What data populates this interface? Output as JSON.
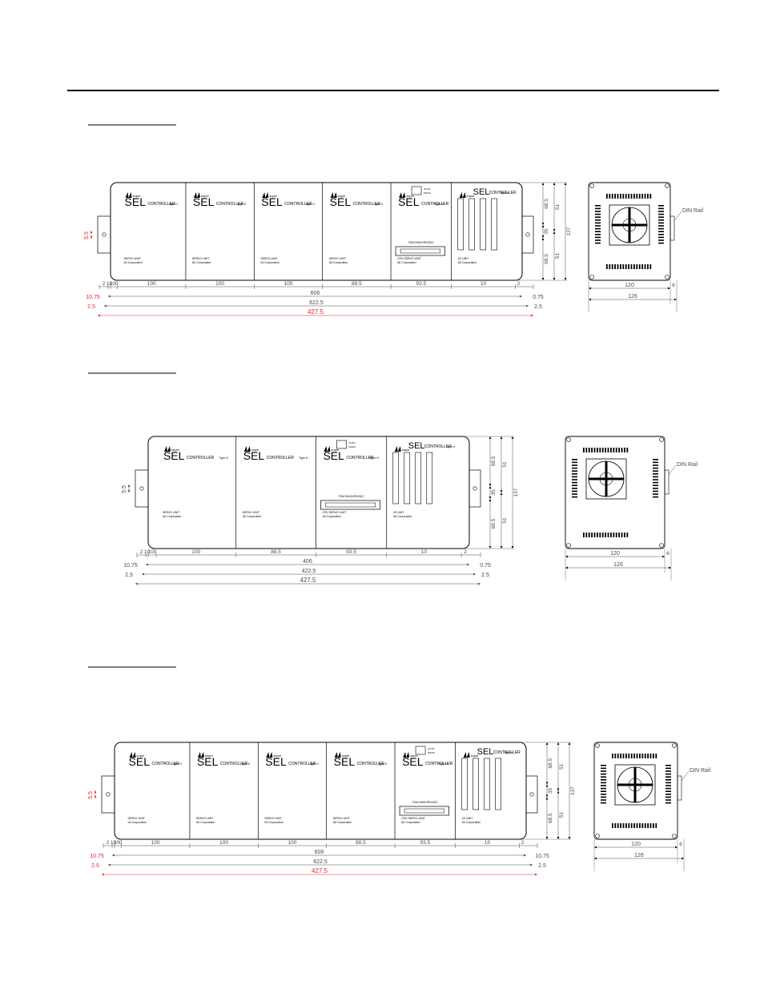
{
  "colors": {
    "line": "#000000",
    "dim": "#4a4a4a",
    "accent": "#e0282c"
  },
  "drawings": [
    {
      "modules": [
        {
          "kind": "servo",
          "width_mm": 100,
          "footer": [
            "SERVO UNIT",
            "IAI Corporation"
          ]
        },
        {
          "kind": "servo",
          "width_mm": 100,
          "footer": [
            "SERVO UNIT",
            "IAI Corporation"
          ]
        },
        {
          "kind": "servo",
          "width_mm": 100,
          "footer": [
            "SERVO UNIT",
            "IAI Corporation"
          ]
        },
        {
          "kind": "servo",
          "width_mm": 100,
          "footer": [
            "SERVO UNIT",
            "IAI Corporation"
          ]
        },
        {
          "kind": "cpu",
          "width_mm": 88.5,
          "footer": [
            "CPU SERVO UNIT",
            "IAI Corporation"
          ]
        },
        {
          "kind": "io",
          "width_mm": 93.5,
          "footer": [
            "I/O UNIT",
            "IAI Corporation"
          ]
        }
      ],
      "dims": {
        "module_row": [
          "2",
          "10",
          "100",
          "100",
          "100",
          "100",
          "88.5",
          "93.5",
          "10",
          "2"
        ],
        "row1": {
          "left": "10.75",
          "center": "606",
          "right": "0.75"
        },
        "row2": {
          "left": "2.5",
          "center": "622.5",
          "right": "2.5"
        },
        "row3": {
          "center": "427.5"
        },
        "hole": "5.5",
        "height": [
          "68.5",
          "35",
          "68.5",
          "51",
          "51",
          "137"
        ],
        "side_width": [
          "120",
          "6",
          "126"
        ]
      }
    },
    {
      "modules": [
        {
          "kind": "servo",
          "width_mm": 100,
          "footer": [
            "SERVO UNIT",
            "IAI Corporation"
          ]
        },
        {
          "kind": "servo",
          "width_mm": 100,
          "footer": [
            "SERVO UNIT",
            "IAI Corporation"
          ]
        },
        {
          "kind": "cpu",
          "width_mm": 88.5,
          "footer": [
            "CPU SERVO UNIT",
            "IAI Corporation"
          ]
        },
        {
          "kind": "io",
          "width_mm": 93.5,
          "footer": [
            "I/O UNIT",
            "IAI Corporation"
          ]
        }
      ],
      "dims": {
        "module_row": [
          "2",
          "10",
          "100",
          "100",
          "88.5",
          "93.5",
          "10",
          "2"
        ],
        "row1": {
          "left": "10.75",
          "center": "406",
          "right": "0.75"
        },
        "row2": {
          "left": "2.5",
          "center": "422.5",
          "right": "2.5"
        },
        "row3": {
          "center": "427.5"
        },
        "hole": "5.5",
        "height": [
          "68.5",
          "35",
          "68.5",
          "51",
          "51",
          "137"
        ],
        "side_width": [
          "120",
          "6",
          "126"
        ]
      }
    },
    {
      "modules": [
        {
          "kind": "servo",
          "width_mm": 100,
          "footer": [
            "SERVO UNIT",
            "IAI Corporation"
          ]
        },
        {
          "kind": "servo",
          "width_mm": 100,
          "footer": [
            "SERVO UNIT",
            "IAI Corporation"
          ]
        },
        {
          "kind": "servo",
          "width_mm": 100,
          "footer": [
            "SERVO UNIT",
            "IAI Corporation"
          ]
        },
        {
          "kind": "servo",
          "width_mm": 100,
          "footer": [
            "SERVO UNIT",
            "IAI Corporation"
          ]
        },
        {
          "kind": "cpu",
          "width_mm": 88.5,
          "footer": [
            "CPU SERVO UNIT",
            "IAI Corporation"
          ]
        },
        {
          "kind": "io",
          "width_mm": 93.5,
          "footer": [
            "I/O UNIT",
            "IAI Corporation"
          ]
        }
      ],
      "dims": {
        "module_row": [
          "2",
          "10",
          "100",
          "100",
          "100",
          "100",
          "88.5",
          "93.5",
          "10",
          "2"
        ],
        "row1": {
          "left": "10.75",
          "center": "606",
          "right": "10.75"
        },
        "row2": {
          "left": "2.5",
          "center": "622.5",
          "right": "2.5"
        },
        "row3": {
          "center": "427.5"
        },
        "hole": "5.5",
        "height": [
          "68.5",
          "35",
          "68.5",
          "51",
          "51",
          "137"
        ],
        "side_width": [
          "120",
          "6",
          "126"
        ]
      }
    }
  ],
  "labels": {
    "brand": "SEL",
    "maker": "super",
    "controller": "CONTROLLER",
    "type": "Type H",
    "teaching": "TEACHING/RS232C",
    "switch": [
      "AUTO",
      "MANU"
    ],
    "din_rail": "DIN Rail"
  }
}
